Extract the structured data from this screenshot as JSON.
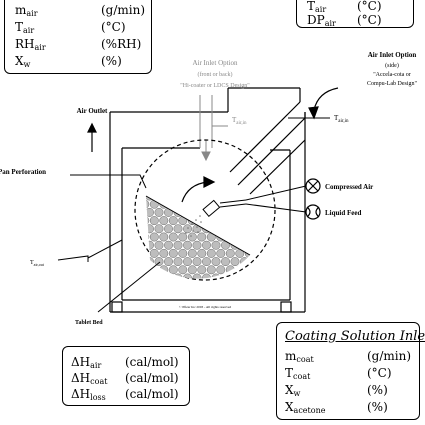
{
  "inlet_conditions": {
    "rows": [
      {
        "sym": "m",
        "sub": "air",
        "unit": "(g/min)"
      },
      {
        "sym": "T",
        "sub": "air",
        "unit": "(°C)"
      },
      {
        "sym": "RH",
        "sub": "air",
        "unit": "(%RH)"
      },
      {
        "sym": "X",
        "sub": "w",
        "unit": "(%)"
      }
    ]
  },
  "outlet_conditions": {
    "rows": [
      {
        "sym": "T",
        "sub": "air",
        "unit": "(°C)"
      },
      {
        "sym": "DP",
        "sub": "air",
        "unit": "(°C)"
      }
    ]
  },
  "labels": {
    "air_inlet_front_1": "Air Inlet Option",
    "air_inlet_front_2": "(front or back)",
    "air_inlet_front_3": "\"Hi-coater or LDCS Design\"",
    "air_inlet_side_1": "Air Inlet Option",
    "air_inlet_side_2": "(side)",
    "air_inlet_side_3": "\"Accela-cota or",
    "air_inlet_side_4": "Compu-Lab Design\"",
    "t_air_in_sym": "T",
    "t_air_in_sub": "air,in",
    "t_air_in2_sym": "T",
    "t_air_in2_sub": "air,in",
    "air_outlet": "Air Outlet",
    "pan_perforation": "Pan Perforation",
    "compressed_air": "Compressed Air",
    "liquid_feed": "Liquid Feed",
    "t_air_out_sym": "T",
    "t_air_out_sub": "air,out",
    "tablet_bed": "Tablet Bed",
    "copyright": "© Pfizer Inc 2003 - All rights reserved"
  },
  "enthalpy": {
    "rows": [
      {
        "sym": "ΔH",
        "sub": "air",
        "unit": "(cal/mol)"
      },
      {
        "sym": "ΔH",
        "sub": "coat",
        "unit": "(cal/mol)"
      },
      {
        "sym": "ΔH",
        "sub": "loss",
        "unit": "(cal/mol)"
      }
    ]
  },
  "coating_inlet": {
    "title": "Coating Solution Inlet:",
    "rows": [
      {
        "sym": "m",
        "sub": "coat",
        "unit": "(g/min)"
      },
      {
        "sym": "T",
        "sub": "coat",
        "unit": "(°C)"
      },
      {
        "sym": "X",
        "sub": "w",
        "unit": "(%)"
      },
      {
        "sym": "X",
        "sub": "acetone",
        "unit": "(%)"
      }
    ]
  },
  "colors": {
    "line": "#000000",
    "gray_text": "#888888",
    "tablet_fill": "#bdbdbd"
  }
}
